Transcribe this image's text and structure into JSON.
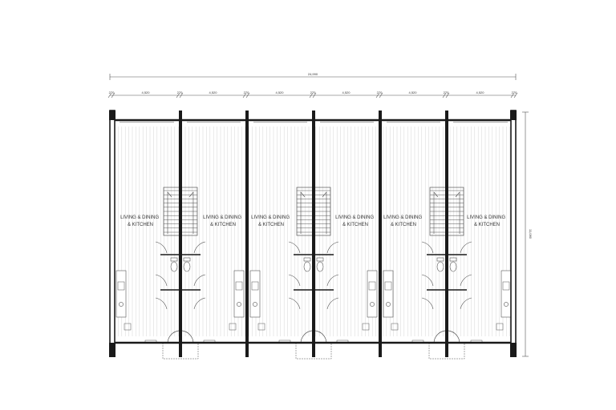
{
  "plan": {
    "overall_width": "24,990",
    "overall_depth": "11,080",
    "segments": [
      "270",
      "4,520",
      "270",
      "4,520",
      "270",
      "4,520",
      "270",
      "4,520",
      "270",
      "4,520",
      "270",
      "4,520",
      "270"
    ],
    "units": [
      {
        "line1": "LIVING & DINING",
        "line2": "& KITCHEN"
      },
      {
        "line1": "LIVING & DINING",
        "line2": "& KITCHEN"
      },
      {
        "line1": "LIVING & DINING",
        "line2": "& KITCHEN"
      },
      {
        "line1": "LIVING & DINING",
        "line2": "& KITCHEN"
      },
      {
        "line1": "LIVING & DINING",
        "line2": "& KITCHEN"
      },
      {
        "line1": "LIVING & DINING",
        "line2": "& KITCHEN"
      }
    ],
    "colors": {
      "wall": "#1a1a1a",
      "line": "#555555",
      "hatch": "#d4d4d4"
    }
  }
}
